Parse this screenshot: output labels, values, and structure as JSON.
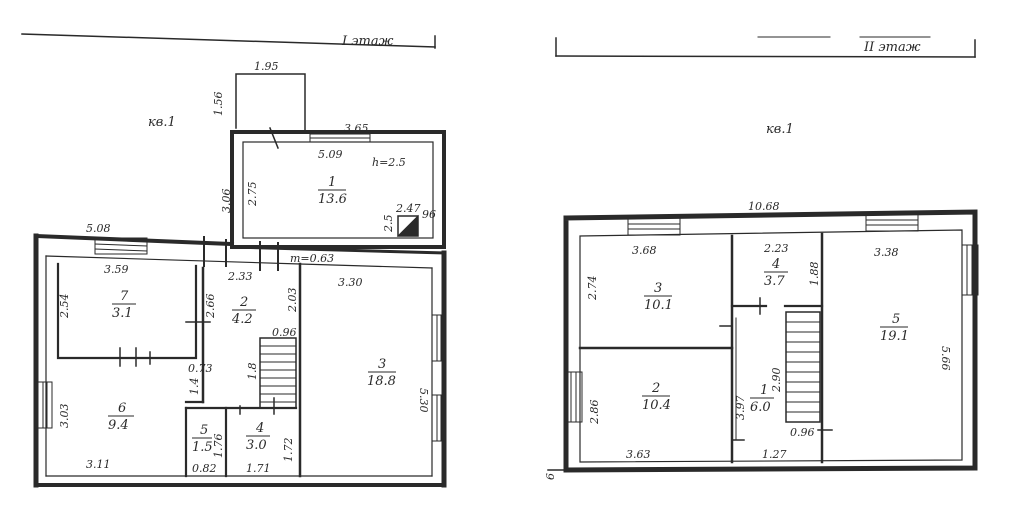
{
  "headers": {
    "floor1": "I этаж",
    "floor2": "II этаж"
  },
  "apartment_labels": {
    "floor1": "кв.1",
    "floor2": "кв.1"
  },
  "floor1_rooms": [
    {
      "number": "1",
      "area": "13.6"
    },
    {
      "number": "2",
      "area": "4.2"
    },
    {
      "number": "3",
      "area": "18.8"
    },
    {
      "number": "4",
      "area": "3.0"
    },
    {
      "number": "5",
      "area": "1.5"
    },
    {
      "number": "6",
      "area": "9.4"
    },
    {
      "number": "7",
      "area": "3.1"
    }
  ],
  "floor2_rooms": [
    {
      "number": "1",
      "area": "6.0"
    },
    {
      "number": "2",
      "area": "10.4"
    },
    {
      "number": "3",
      "area": "10.1"
    },
    {
      "number": "4",
      "area": "3.7"
    },
    {
      "number": "5",
      "area": "19.1"
    }
  ],
  "floor1_dims": {
    "porch_w": "1.95",
    "porch_h": "1.56",
    "r1_win": "3.65",
    "r1_top": "5.09",
    "r1_h_out": "3.06",
    "r1_h_in": "2.75",
    "r1_note": "h=2.5",
    "stair_a": "2.47",
    "stair_b": "2.5",
    "stair_c": "96",
    "top_left": "5.08",
    "m": "m=0.63",
    "r7_w": "3.59",
    "r7_h": "2.54",
    "r7_h2": "2.66",
    "r2_w": "2.33",
    "r2_h": "2.03",
    "r3_w": "3.30",
    "r2_s": "0.96",
    "r2_st": "1.8",
    "r2_a": "0.73",
    "r2_b": "1.4",
    "r6_h": "3.03",
    "r6_w": "3.11",
    "r5_w": "0.82",
    "r5_h": "1.76",
    "r4_w": "1.71",
    "r4_h": "1.72",
    "r3_h": "5.30"
  },
  "floor2_dims": {
    "top": "10.68",
    "r3_w": "3.68",
    "r3_h": "2.74",
    "r4_w": "2.23",
    "r4_h": "1.88",
    "r5_w": "3.38",
    "r5_h": "5.66",
    "r2_h": "2.86",
    "r2_w": "3.63",
    "r1_h": "3.97",
    "r1_st": "2.90",
    "r1_s": "0.96",
    "r1_w": "1.27",
    "side": "6"
  }
}
